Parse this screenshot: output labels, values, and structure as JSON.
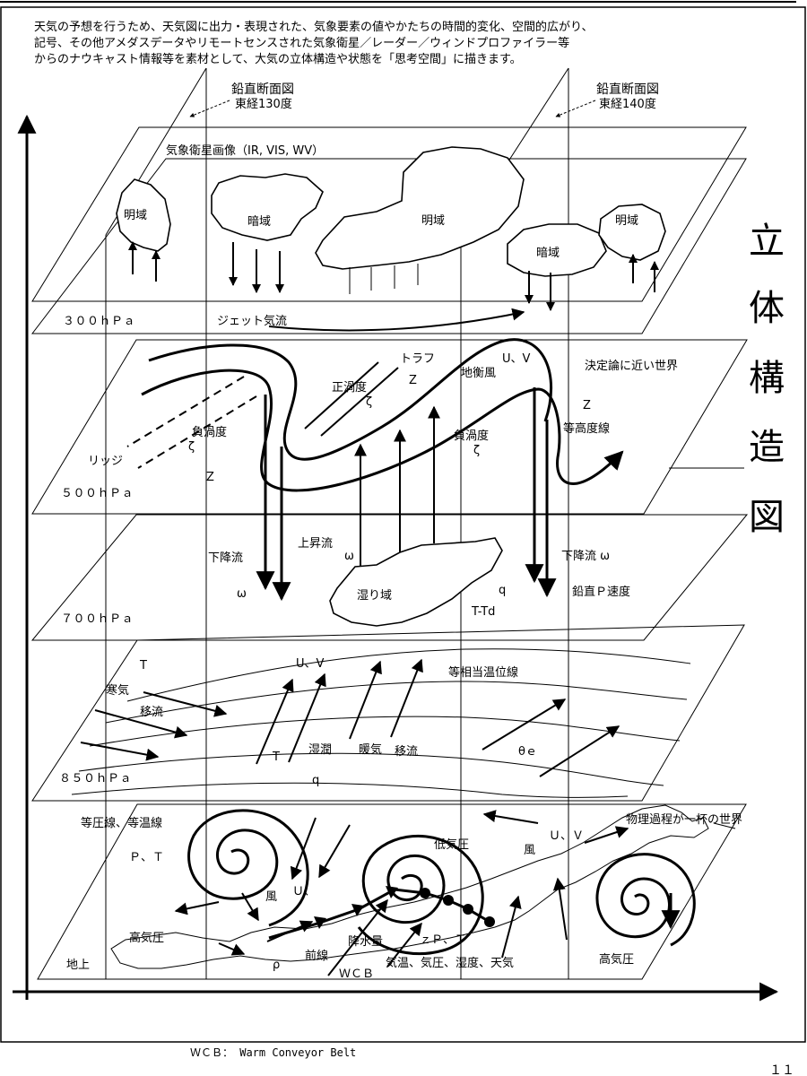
{
  "intro": {
    "line1": "天気の予想を行うため、天気図に出力・表現された、気象要素の値やかたちの時間的変化、空間的広がり、",
    "line2": "記号、その他アメダスデータやリモートセンスされた気象衛星／レーダー／ウィンドプロファイラー等",
    "line3": "からのナウキャスト情報等を素材として、大気の立体構造や状態を「思考空間」に描きます。"
  },
  "vertical_sections": {
    "left_title": "鉛直断面図",
    "left_sub": "東経130度",
    "right_title": "鉛直断面図",
    "right_sub": "東経140度"
  },
  "big_title": [
    "立",
    "体",
    "構",
    "造",
    "図"
  ],
  "levels": {
    "l300": "３００ｈＰａ",
    "l500": "５００ｈＰａ",
    "l700": "７００ｈＰａ",
    "l850": "８５０ｈＰａ",
    "surface": "地上"
  },
  "p300": {
    "satellite": "気象衛星画像（IR, VIS, WV）",
    "bright1": "明域",
    "dark1": "暗域",
    "bright2": "明域",
    "dark2": "暗域",
    "bright3": "明域",
    "jet": "ジェット気流"
  },
  "p500": {
    "trough": "トラフ",
    "z1": "Z",
    "pos_vort": "正渦度",
    "zeta1": "ζ",
    "uv": "U、V",
    "geo_wind": "地衡風",
    "deterministic": "決定論に近い世界",
    "neg_vort_l": "負渦度",
    "zeta2": "ζ",
    "ridge": "リッジ",
    "z2": "Z",
    "neg_vort_r": "負渦度",
    "zeta3": "ζ",
    "z3": "Z",
    "contour": "等高度線"
  },
  "p700": {
    "down_l": "下降流",
    "omega_l": "ω",
    "up": "上昇流",
    "omega_c": "ω",
    "moist": "湿り域",
    "q": "q",
    "ttd": "T-Td",
    "down_r": "下降流 ω",
    "vert_p": "鉛直Ｐ速度"
  },
  "p850": {
    "t1": "T",
    "uv": "U、V",
    "ept": "等相当温位線",
    "cold": "寒気",
    "adv": "移流",
    "t2": "T",
    "humid": "湿潤",
    "warm": "暖気",
    "adv2": "移流",
    "theta": "θｅ",
    "q": "q"
  },
  "psurf": {
    "isobar": "等圧線、等温線",
    "pt": "Ｐ、Ｔ",
    "low": "低気圧",
    "wind_r": "風",
    "uv_r": "Ｕ、Ｖ",
    "physics": "物理過程が一杯の世界",
    "wind_l": "風",
    "uv_l": "Ｕ、",
    "high_l": "高気圧",
    "front": "前線",
    "precip": "降水量",
    "pt_r": "ｚＰ、Ｔ",
    "rho": "ρ",
    "elements": "気温、気圧、湿度、天気",
    "high_r": "高気圧",
    "wcb": "ＷＣＢ"
  },
  "footer": {
    "wcb_note": "ＷＣＢ：  Warm Conveyor Belt",
    "page": "１１"
  }
}
